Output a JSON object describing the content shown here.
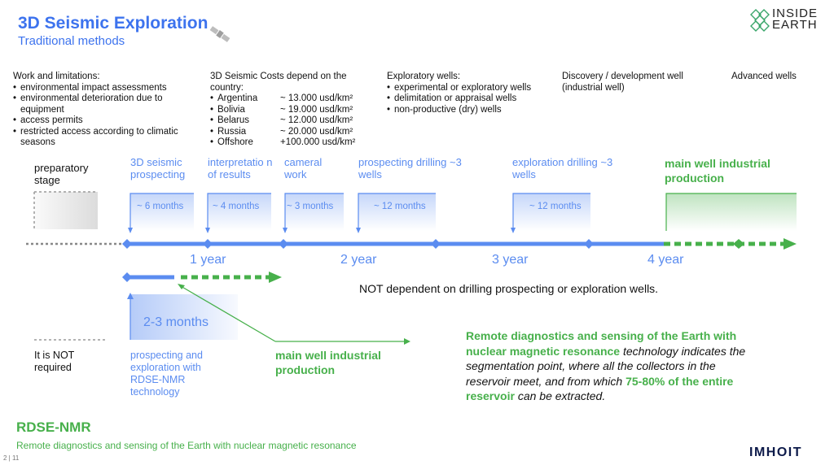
{
  "header": {
    "title": "3D Seismic Exploration",
    "subtitle": "Traditional methods"
  },
  "logo": {
    "line1": "INSIDE",
    "line2": "EARTH"
  },
  "columns": {
    "work": {
      "heading": "Work and limitations:",
      "items": [
        "environmental impact assessments",
        "environmental deterioration due to equipment",
        "access permits",
        "restricted access according to climatic seasons"
      ]
    },
    "costs": {
      "heading": "3D Seismic Costs depend on the country:",
      "rows": [
        {
          "country": "Argentina",
          "cost": "~ 13.000 usd/km²"
        },
        {
          "country": "Bolivia",
          "cost": "~ 19.000 usd/km²"
        },
        {
          "country": "Belarus",
          "cost": "~ 12.000 usd/km²"
        },
        {
          "country": "Russia",
          "cost": "~ 20.000 usd/km²"
        },
        {
          "country": "Offshore",
          "cost": "+100.000 usd/km²"
        }
      ]
    },
    "wells": {
      "heading": "Exploratory wells:",
      "items": [
        "experimental or exploratory wells",
        "delimitation or appraisal wells",
        "non-productive (dry) wells"
      ]
    },
    "discovery": "Discovery / development well (industrial well)",
    "advanced": "Advanced wells"
  },
  "stages": {
    "preparatory": "preparatory stage",
    "seismic": "3D seismic prospecting",
    "interpretation": "interpretatio n of results",
    "cameral": "cameral work",
    "prospecting_drilling": "prospecting drilling ~3 wells",
    "exploration_drilling": "exploration drilling ~3 wells",
    "main_well": "main well industrial production"
  },
  "durations": {
    "d1": "~ 6 months",
    "d2": "~ 4 months",
    "d3": "~ 3 months",
    "d4": "~ 12 months",
    "d5": "~ 12 months"
  },
  "years": [
    "1 year",
    "2 year",
    "3 year",
    "4 year"
  ],
  "lower": {
    "not_required": "It is NOT required",
    "months": "2-3 months",
    "rdse_label": "prospecting and exploration with RDSE-NMR technology",
    "main_well": "main well industrial production",
    "not_dependent": "NOT dependent on drilling prospecting or exploration wells."
  },
  "remote": {
    "lead": "Remote diagnostics and sensing of the Earth with nuclear magnetic resonance",
    "mid1": " technology indicates the segmentation point, where all the collectors in the reservoir meet, and from which ",
    "pct": "75-80% of the entire reservoir",
    "tail": " can be extracted."
  },
  "footer": {
    "title": "RDSE-NMR",
    "subtitle": "Remote diagnostics and sensing of the Earth with nuclear magnetic resonance",
    "page": "2 | 11",
    "brand": "IMHOIT"
  },
  "colors": {
    "blue": "#5b8cf0",
    "green": "#47b04b",
    "title_blue": "#3d73ee",
    "gray": "#9a9a9a"
  },
  "icons": [
    "satellite-icon",
    "inside-earth-logo-icon"
  ]
}
